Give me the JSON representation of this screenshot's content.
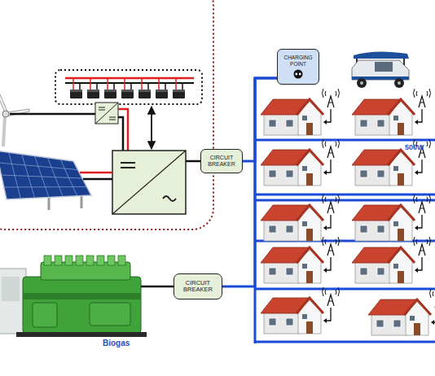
{
  "diagram": {
    "nodes": [
      {
        "text": [
          "CHARGING POINT"
        ]
      },
      {
        "text": [
          "CIRCUIT BREAKER"
        ]
      },
      {
        "text": [
          "CIRCUIT BREAKER"
        ]
      }
    ],
    "edges": [
      {
        "from": 1,
        "to": 0,
        "arrow": "none"
      },
      {
        "from": 2,
        "to": 0,
        "arrow": "none"
      }
    ],
    "labels": [
      "500W",
      "Biogas"
    ]
  }
}
